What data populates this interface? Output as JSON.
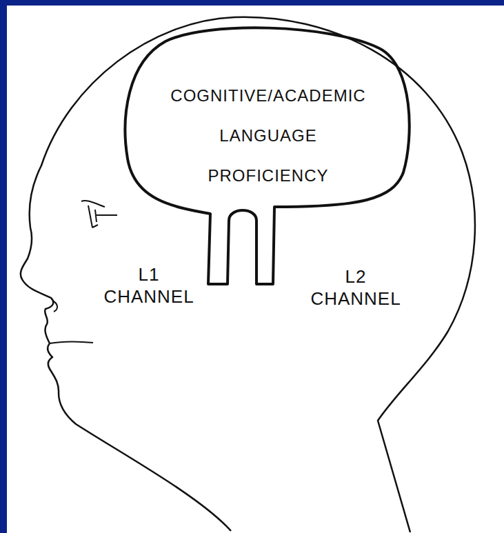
{
  "diagram": {
    "nodes": [
      {
        "text": [
          "COGNITIVE/ACADEMIC LANGUAGE PROFICIENCY"
        ]
      }
    ],
    "labels": [
      "L1 CHANNEL",
      "L2 CHANNEL"
    ]
  }
}
